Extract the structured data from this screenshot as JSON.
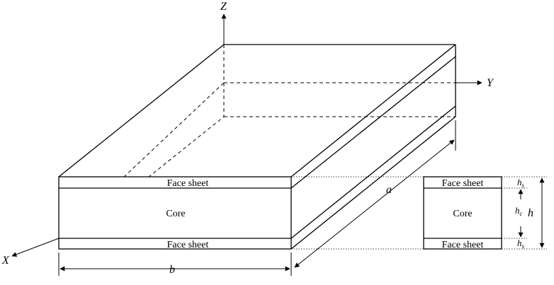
{
  "axes": {
    "x": "X",
    "y": "Y",
    "z": "Z"
  },
  "panel": {
    "face_top": "Face sheet",
    "core": "Core",
    "face_bottom": "Face sheet"
  },
  "section": {
    "face_top": "Face sheet",
    "core": "Core",
    "face_bottom": "Face sheet"
  },
  "dims": {
    "a": "a",
    "b": "b",
    "h": "h",
    "h_base": "h",
    "hs_sub": "s",
    "hc_sub": "c"
  }
}
